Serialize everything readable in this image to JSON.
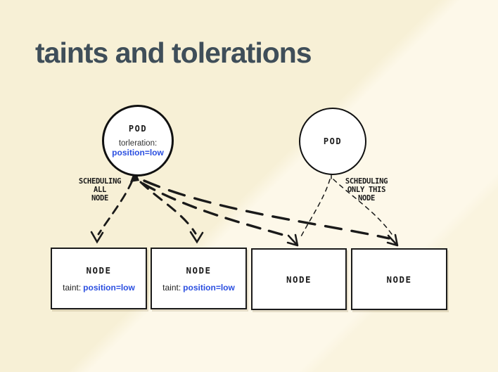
{
  "slide": {
    "title": "taints and tolerations"
  },
  "pods": [
    {
      "name": "POD",
      "toleration_label": "torleration:",
      "toleration_value": "position=low"
    },
    {
      "name": "POD"
    }
  ],
  "labels": {
    "left_scheduling": [
      "SCHEDULING",
      "ALL",
      "NODE"
    ],
    "right_scheduling": [
      "SCHEDULING",
      "ONLY THIS",
      "NODE"
    ]
  },
  "nodes": [
    {
      "name": "NODE",
      "taint_label": "taint:",
      "taint_value": "position=low"
    },
    {
      "name": "NODE",
      "taint_label": "taint:",
      "taint_value": "position=low"
    },
    {
      "name": "NODE"
    },
    {
      "name": "NODE"
    }
  ],
  "colors": {
    "bg": "#faf4df",
    "bg_light": "#fdf8e9",
    "bg_dark": "#f7f0d6",
    "ink": "#1a1a1a",
    "title_color": "#3f4e59",
    "blue": "#2b4fe0",
    "muted": "#333333"
  }
}
